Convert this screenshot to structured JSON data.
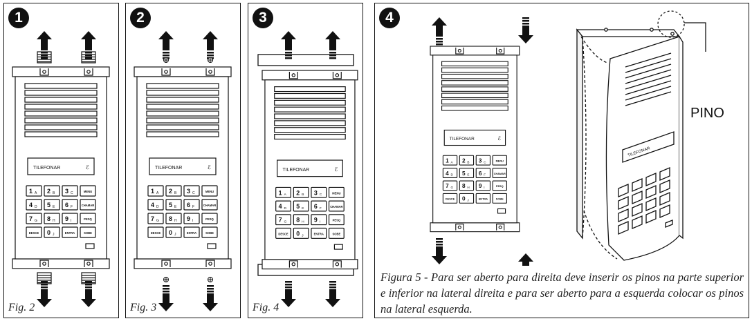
{
  "panels": [
    {
      "number": "1",
      "figure": "Fig. 2"
    },
    {
      "number": "2",
      "figure": "Fig. 3"
    },
    {
      "number": "3",
      "figure": "Fig. 4"
    },
    {
      "number": "4",
      "figure": ""
    }
  ],
  "display_text": "TILEFONAR",
  "keypad": {
    "keys": [
      {
        "main": "1",
        "sub": "A"
      },
      {
        "main": "2",
        "sub": "B"
      },
      {
        "main": "3",
        "sub": "C"
      },
      {
        "main": "",
        "sub": "MENU"
      },
      {
        "main": "4",
        "sub": "D"
      },
      {
        "main": "5",
        "sub": "E"
      },
      {
        "main": "6",
        "sub": "F"
      },
      {
        "main": "",
        "sub": "CHAMAR"
      },
      {
        "main": "7",
        "sub": "G"
      },
      {
        "main": "8",
        "sub": "H"
      },
      {
        "main": "9",
        "sub": "I"
      },
      {
        "main": "",
        "sub": "PESQ"
      },
      {
        "main": "",
        "sub": "DESCE"
      },
      {
        "main": "0",
        "sub": "J"
      },
      {
        "main": "",
        "sub": "ENTRA"
      },
      {
        "main": "",
        "sub": "SOBE"
      }
    ]
  },
  "callout": "PINO",
  "caption": "Figura 5 - Para ser aberto para direita deve inserir os pinos na parte superior e inferior na lateral direita e para ser aberto para a esquerda colocar os pinos na lateral esquerda."
}
